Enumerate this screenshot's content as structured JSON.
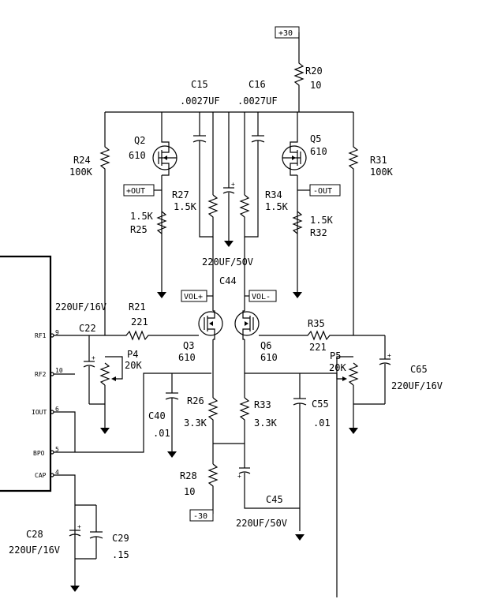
{
  "rails": {
    "pos": "+30",
    "neg": "-30"
  },
  "nets": {
    "pos_out": "+OUT",
    "neg_out": "-OUT",
    "vol_pos": "VOL+",
    "vol_neg": "VOL-"
  },
  "parts": {
    "R20": {
      "ref": "R20",
      "value": "10"
    },
    "C15": {
      "ref": "C15",
      "value": ".0027UF"
    },
    "C16": {
      "ref": "C16",
      "value": ".0027UF"
    },
    "Q2": {
      "ref": "Q2",
      "value": "610"
    },
    "Q5": {
      "ref": "Q5",
      "value": "610"
    },
    "R24": {
      "ref": "R24",
      "value": "100K"
    },
    "R31": {
      "ref": "R31",
      "value": "100K"
    },
    "R27": {
      "ref": "R27",
      "value": "1.5K"
    },
    "R34": {
      "ref": "R34",
      "value": "1.5K"
    },
    "R25": {
      "ref": "R25",
      "value": "1.5K"
    },
    "R32": {
      "ref": "R32",
      "value": "1.5K"
    },
    "C44": {
      "ref": "C44",
      "value": "220UF/50V"
    },
    "R21": {
      "ref": "R21",
      "value": "221"
    },
    "R35": {
      "ref": "R35",
      "value": "221"
    },
    "C22": {
      "ref": "C22",
      "value": "220UF/16V"
    },
    "C65": {
      "ref": "C65",
      "value": "220UF/16V"
    },
    "P4": {
      "ref": "P4",
      "value": "20K"
    },
    "P5": {
      "ref": "P5",
      "value": "20K"
    },
    "Q3": {
      "ref": "Q3",
      "value": "610"
    },
    "Q6": {
      "ref": "Q6",
      "value": "610"
    },
    "R26": {
      "ref": "R26",
      "value": "3.3K"
    },
    "R33": {
      "ref": "R33",
      "value": "3.3K"
    },
    "C40": {
      "ref": "C40",
      "value": ".01"
    },
    "C55": {
      "ref": "C55",
      "value": ".01"
    },
    "R28": {
      "ref": "R28",
      "value": "10"
    },
    "C45": {
      "ref": "C45",
      "value": "220UF/50V"
    },
    "C28": {
      "ref": "C28",
      "value": "220UF/16V"
    },
    "C29": {
      "ref": "C29",
      "value": ".15"
    }
  },
  "ic_pins": [
    {
      "name": "RF1",
      "num": "9"
    },
    {
      "name": "RF2",
      "num": "10"
    },
    {
      "name": "IOUT",
      "num": "6"
    },
    {
      "name": "BPO",
      "num": "5"
    },
    {
      "name": "CAP",
      "num": "4"
    }
  ]
}
